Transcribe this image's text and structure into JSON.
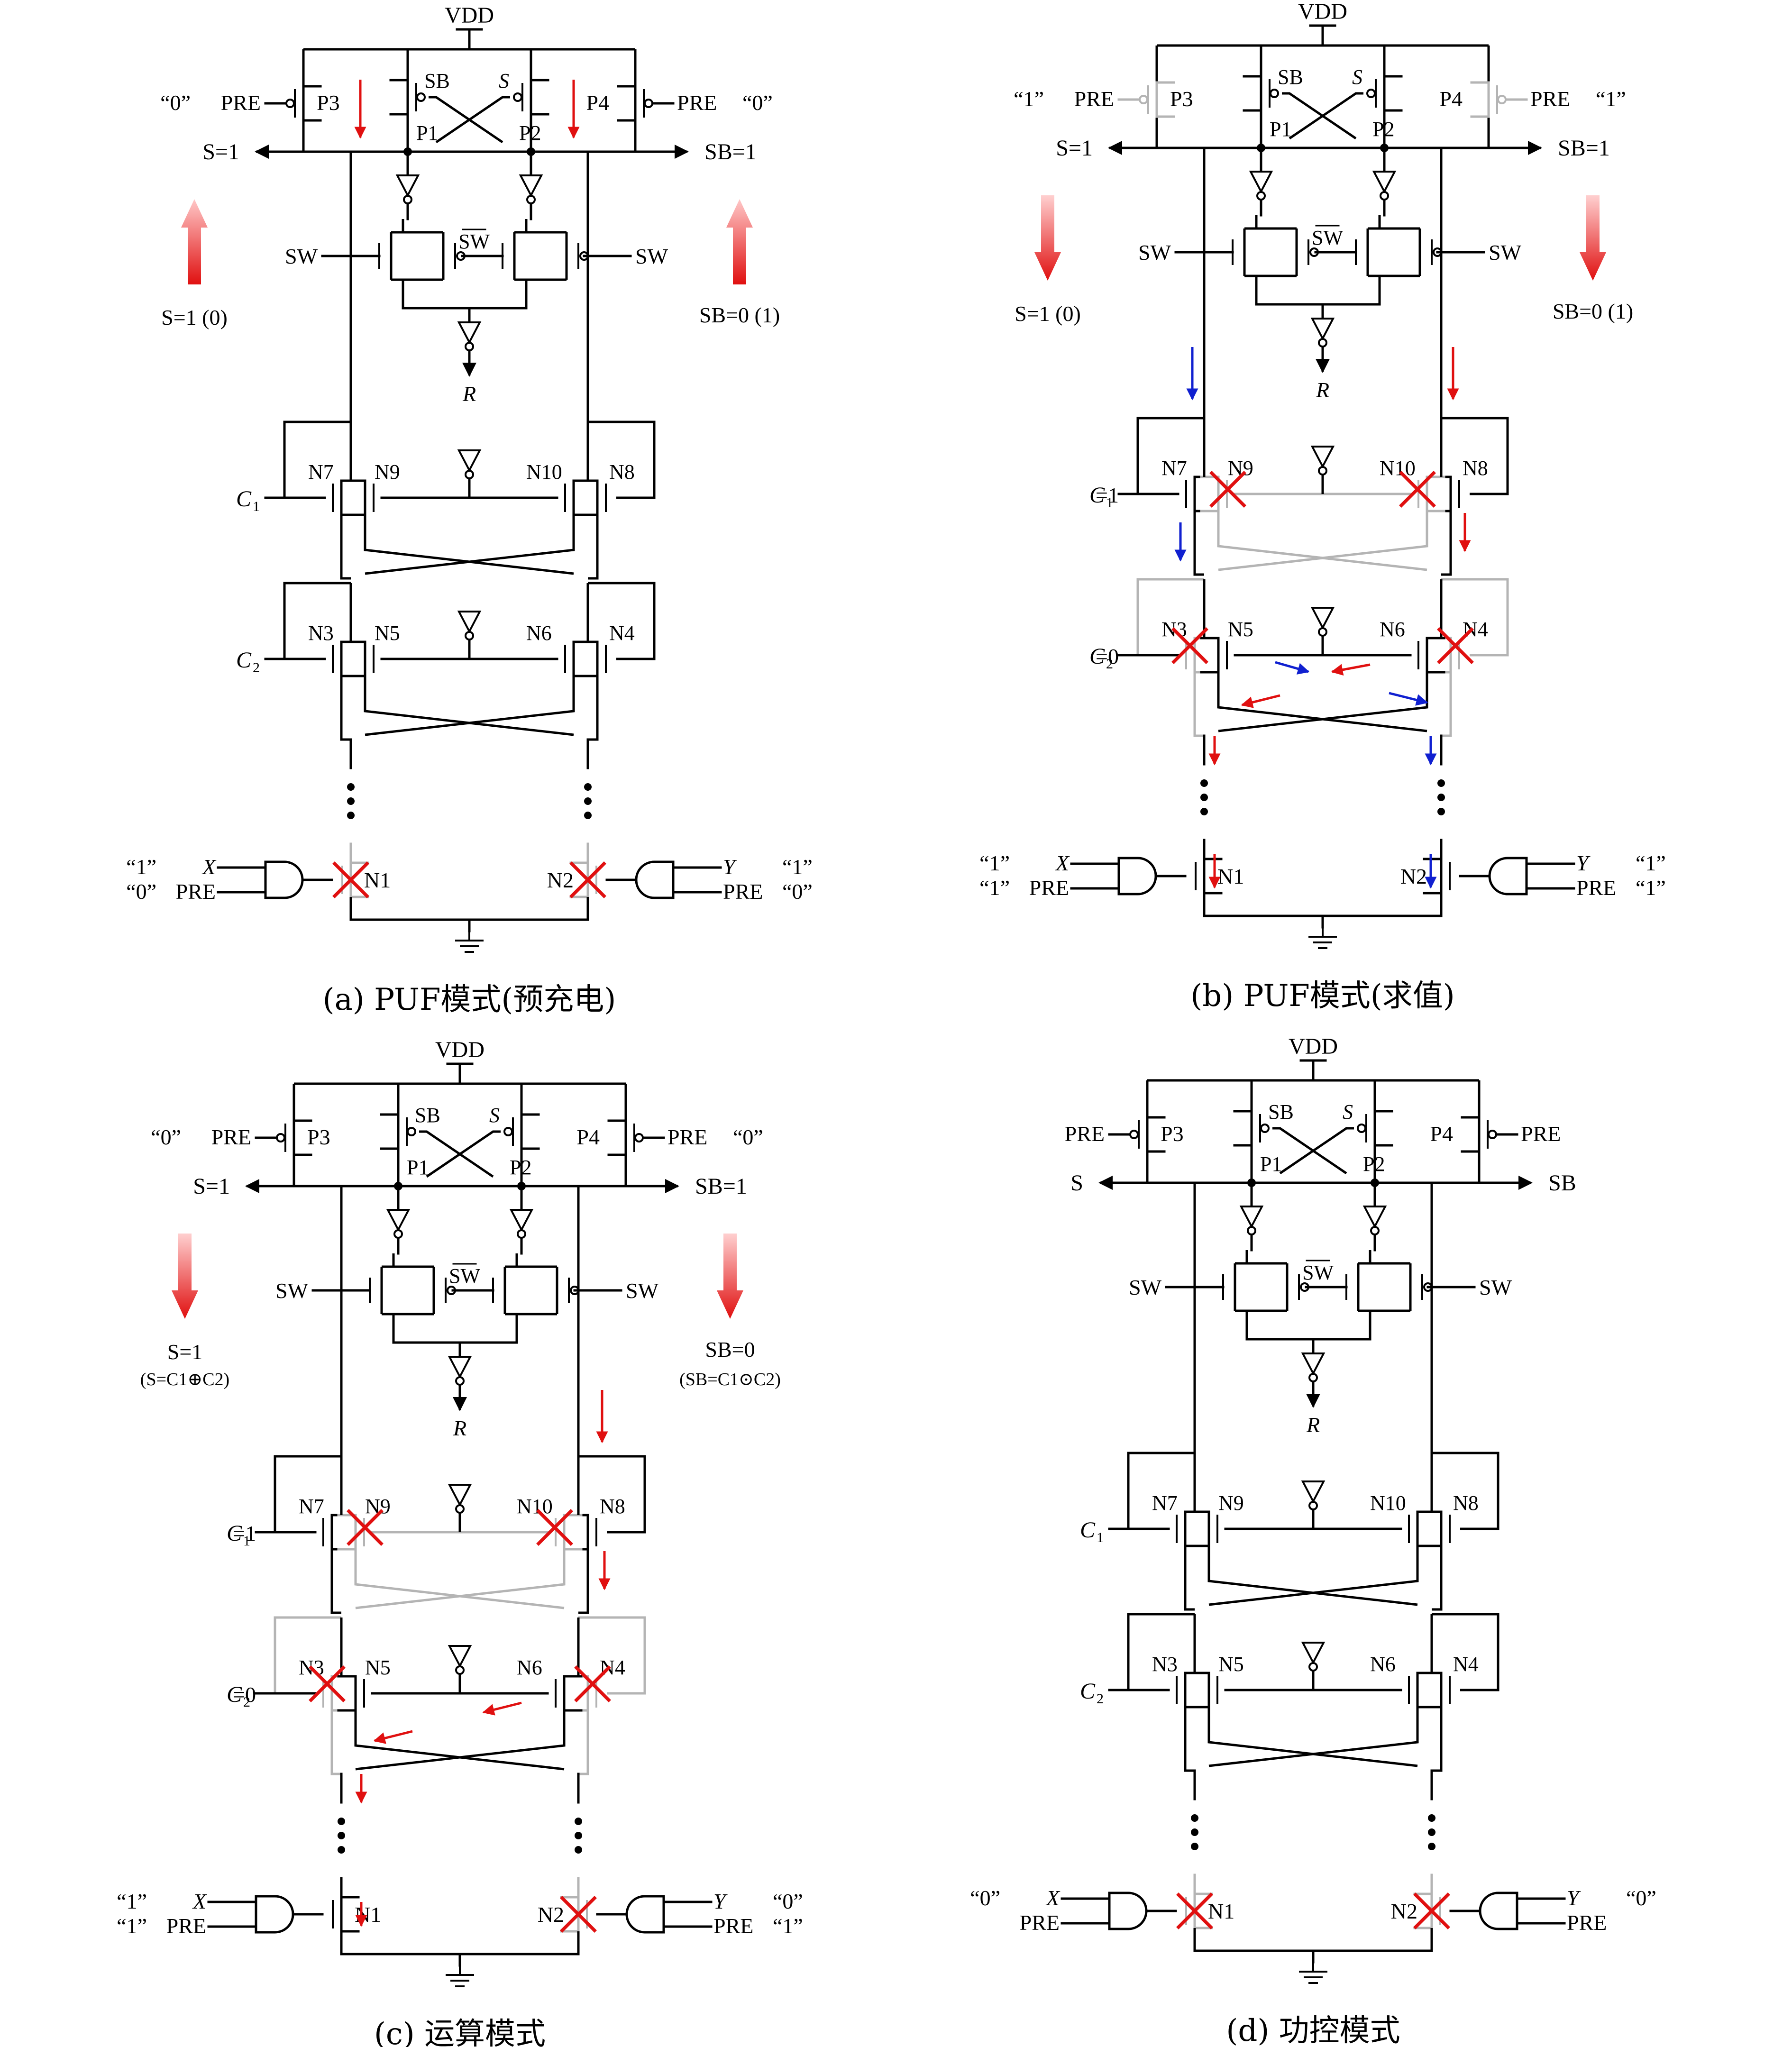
{
  "colors": {
    "wire": "#000000",
    "disabled": "#b4b4b4",
    "red": "#e01010",
    "blue": "#1020d0"
  },
  "common": {
    "vdd": "VDD",
    "sb": "SB",
    "s": "S",
    "sw": "SW",
    "sw_bar": "SW",
    "r": "R",
    "p1": "P1",
    "p2": "P2",
    "p3": "P3",
    "p4": "P4",
    "n1": "N1",
    "n2": "N2",
    "n3": "N3",
    "n4": "N4",
    "n5": "N5",
    "n6": "N6",
    "n7": "N7",
    "n8": "N8",
    "n9": "N9",
    "n10": "N10",
    "x": "X",
    "y": "Y",
    "pre": "PRE",
    "c1": "C",
    "c2": "C"
  },
  "panels": [
    {
      "id": "a",
      "caption": "(a) PUF模式(预充电)",
      "s_out": "S=1",
      "sb_out": "SB=1",
      "pre_left": "“0”",
      "pre_right": "“0”",
      "c1_suffix": "",
      "c2_suffix": "",
      "status_left": "S=1 (0)",
      "status_right": "SB=0 (1)",
      "status_left2": "",
      "status_right2": "",
      "x_val": "“1”",
      "pre_left_bottom": "“0”",
      "y_val": "“1”",
      "pre_right_bottom": "“0”"
    },
    {
      "id": "b",
      "caption": "(b) PUF模式(求值)",
      "s_out": "S=1",
      "sb_out": "SB=1",
      "pre_left": "“1”",
      "pre_right": "“1”",
      "c1_suffix": "=1",
      "c2_suffix": "=0",
      "status_left": "S=1 (0)",
      "status_right": "SB=0 (1)",
      "status_left2": "",
      "status_right2": "",
      "x_val": "“1”",
      "pre_left_bottom": "“1”",
      "y_val": "“1”",
      "pre_right_bottom": "“1”"
    },
    {
      "id": "c",
      "caption": "(c) 运算模式",
      "s_out": "S=1",
      "sb_out": "SB=1",
      "pre_left": "“0”",
      "pre_right": "“0”",
      "c1_suffix": "=1",
      "c2_suffix": "=0",
      "status_left": "S=1",
      "status_right": "SB=0",
      "status_left2": "(S=C1⊕C2)",
      "status_right2": "(SB=C1⊙C2)",
      "x_val": "“1”",
      "pre_left_bottom": "“1”",
      "y_val": "“0”",
      "pre_right_bottom": "“1”"
    },
    {
      "id": "d",
      "caption": "(d) 功控模式",
      "s_out": "S",
      "sb_out": "SB",
      "pre_left": "",
      "pre_right": "",
      "c1_suffix": "",
      "c2_suffix": "",
      "status_left": "",
      "status_right": "",
      "status_left2": "",
      "status_right2": "",
      "x_val": "“0”",
      "pre_left_bottom": "",
      "y_val": "“0”",
      "pre_right_bottom": ""
    }
  ]
}
